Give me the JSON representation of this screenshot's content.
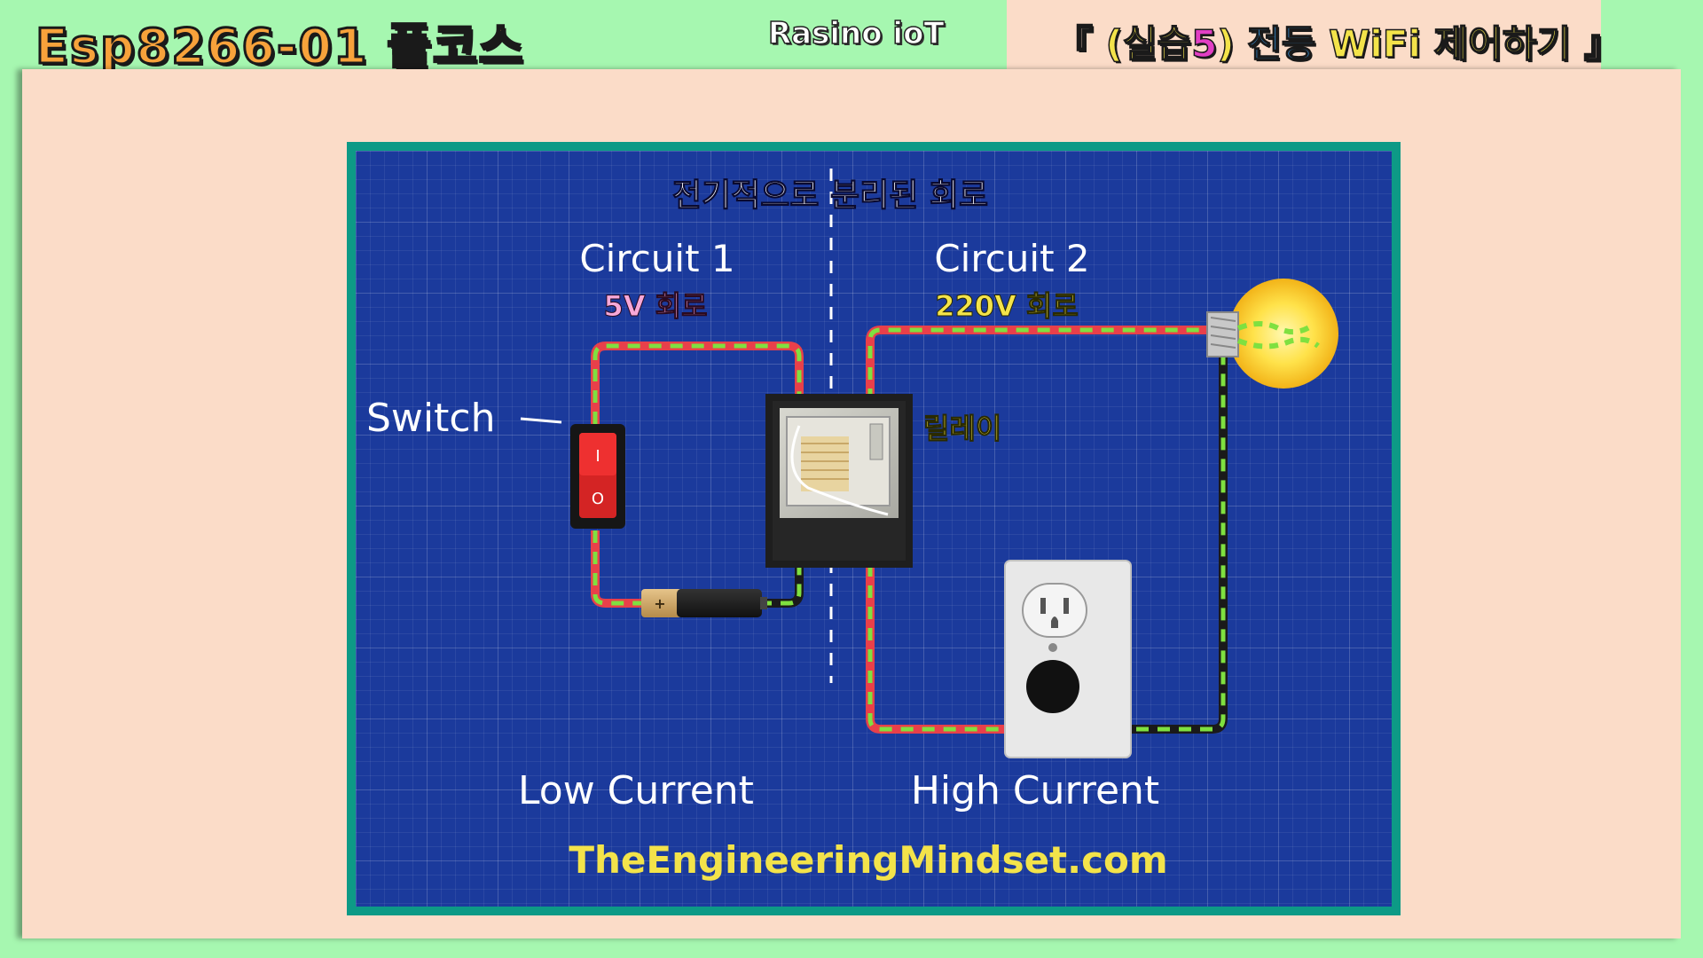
{
  "header": {
    "course_title": "Esp8266-01 풀코스",
    "brand": "Rasino ioT",
    "lesson_title_open": "『 (실습",
    "lesson_number": "5",
    "lesson_title_mid": ") ",
    "lesson_title_kw": "전등",
    "lesson_title_rest": " WiFi 제어하기 』"
  },
  "diagram": {
    "heading": "전기적으로 분리된 회로",
    "circuit1": {
      "title": "Circuit 1",
      "subtitle": "5V 회로",
      "current": "Low Current"
    },
    "circuit2": {
      "title": "Circuit 2",
      "subtitle": "220V 회로",
      "current": "High Current"
    },
    "switch_label": "Switch",
    "relay_label": "릴레이",
    "switch_on_mark": "I",
    "switch_off_mark": "O",
    "battery_plus": "+",
    "credit": "TheEngineeringMindset.com"
  },
  "colors": {
    "background_green": "#a6f7b0",
    "panel_peach": "#fbdcc8",
    "blueprint_blue": "#1b3a9c",
    "frame_teal": "#0d9a86",
    "wire_red": "#e8404a",
    "wire_green": "#7fe040",
    "wire_black": "#1a1a1a",
    "text_yellow": "#f3e34a",
    "text_pink": "#f7a8d8"
  }
}
